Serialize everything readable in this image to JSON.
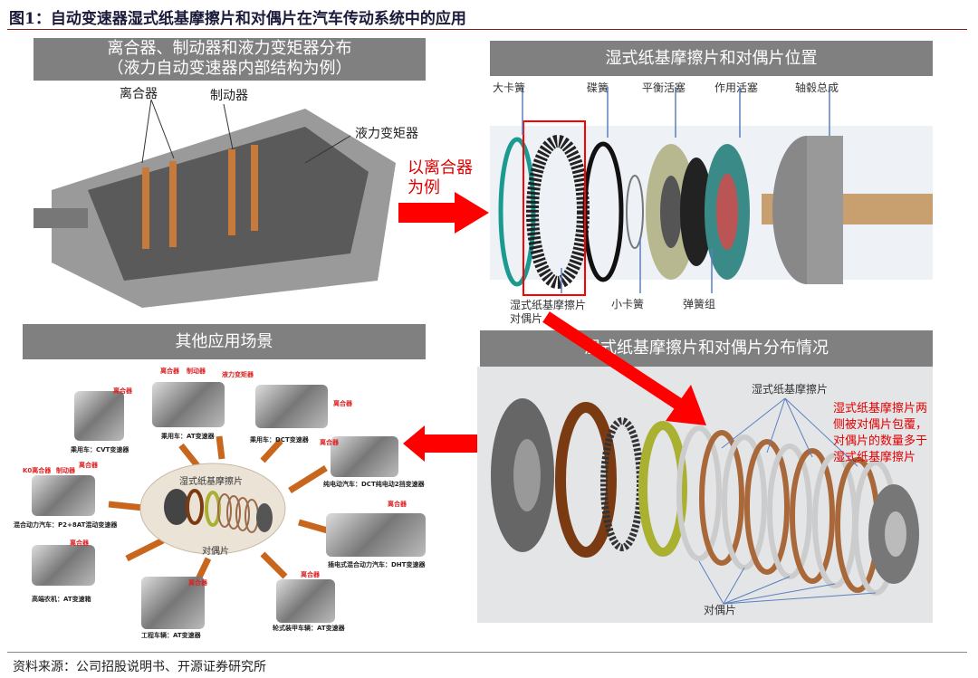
{
  "figure_title": "图1：自动变速器湿式纸基摩擦片和对偶片在汽车传动系统中的应用",
  "panel_top_left": {
    "banner_line1": "离合器、制动器和液力变矩器分布",
    "banner_line2": "（液力自动变速器内部结构为例）",
    "labels": {
      "clutch": "离合器",
      "brake": "制动器",
      "converter": "液力变矩器"
    }
  },
  "callout": {
    "line1": "以离合器",
    "line2": "为例"
  },
  "panel_top_right": {
    "banner": "湿式纸基摩擦片和对偶片位置",
    "labels_top": [
      "大卡簧",
      "碟簧",
      "平衡活塞",
      "作用活塞",
      "轴毂总成"
    ],
    "labels_bottom": {
      "plates_line1": "湿式纸基摩擦片",
      "plates_line2": "对偶片",
      "small_snap": "小卡簧",
      "spring": "弹簧组"
    }
  },
  "panel_bottom_left": {
    "banner": "其他应用场景",
    "center_top": "湿式纸基摩擦片",
    "center_bottom": "对偶片",
    "items": [
      {
        "caption": "乘用车：CVT变速器",
        "tags": [
          "离合器"
        ]
      },
      {
        "caption": "乘用车：AT变速器",
        "tags": [
          "离合器",
          "制动器",
          "液力变矩器"
        ]
      },
      {
        "caption": "乘用车：DCT变速器",
        "tags": [
          "离合器"
        ]
      },
      {
        "caption": "纯电动汽车：DCT纯电动2挡变速器",
        "tags": [
          "离合器"
        ]
      },
      {
        "caption": "插电式混合动力汽车：DHT变速器",
        "tags": [
          "离合器"
        ]
      },
      {
        "caption": "轮式装甲车辆：AT变速器",
        "tags": [
          "离合器"
        ]
      },
      {
        "caption": "工程车辆：AT变速器",
        "tags": [
          "离合器"
        ]
      },
      {
        "caption": "高端农机：AT变速箱",
        "tags": [
          "离合器"
        ]
      },
      {
        "caption": "混合动力汽车：P2+8AT混动变速器",
        "tags": [
          "K0离合器",
          "制动器",
          "离合器"
        ]
      }
    ]
  },
  "panel_bottom_right": {
    "banner": "湿式纸基摩擦片和对偶片分布情况",
    "label_friction": "湿式纸基摩擦片",
    "label_mating": "对偶片",
    "note": [
      "湿式纸基摩擦片两",
      "侧被对偶片包覆，",
      "对偶片的数量多于",
      "湿式纸基摩擦片"
    ]
  },
  "source": "资料来源：公司招股说明书、开源证券研究所"
}
